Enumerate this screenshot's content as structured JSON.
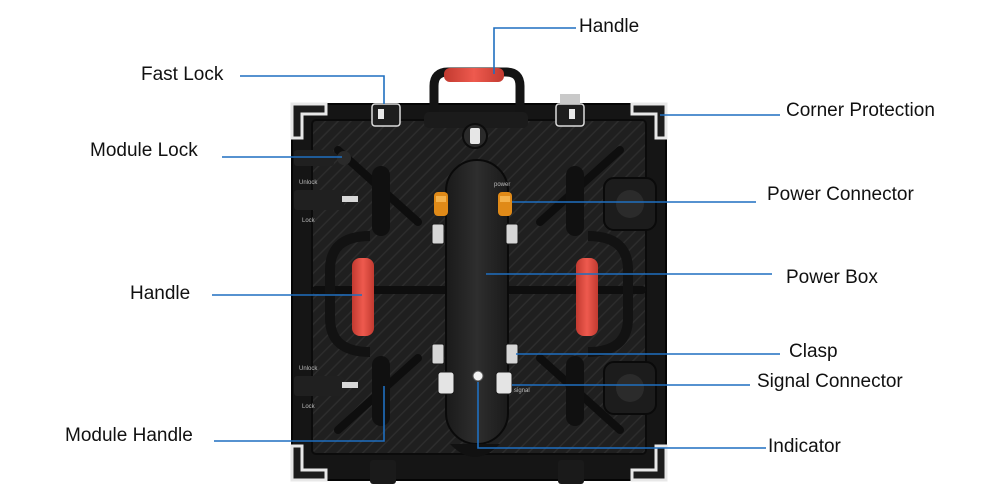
{
  "diagram": {
    "labels": {
      "handle_top": "Handle",
      "fast_lock": "Fast Lock",
      "corner_protection": "Corner Protection",
      "module_lock": "Module Lock",
      "power_connector": "Power Connector",
      "handle_left": "Handle",
      "power_box": "Power Box",
      "clasp": "Clasp",
      "signal_connector": "Signal Connector",
      "module_handle": "Module Handle",
      "indicator": "Indicator"
    },
    "lock_marks": {
      "unlock": "Unlock",
      "lock": "Lock"
    },
    "power_marks": {
      "power": "power",
      "signal": "signal"
    },
    "colors": {
      "leader_line": "#1f6fc0",
      "cabinet_dark": "#161616",
      "cabinet_mid": "#262626",
      "handle_red": "#e0493f",
      "connector_orange": "#e08a18",
      "label_text": "#111111"
    }
  }
}
